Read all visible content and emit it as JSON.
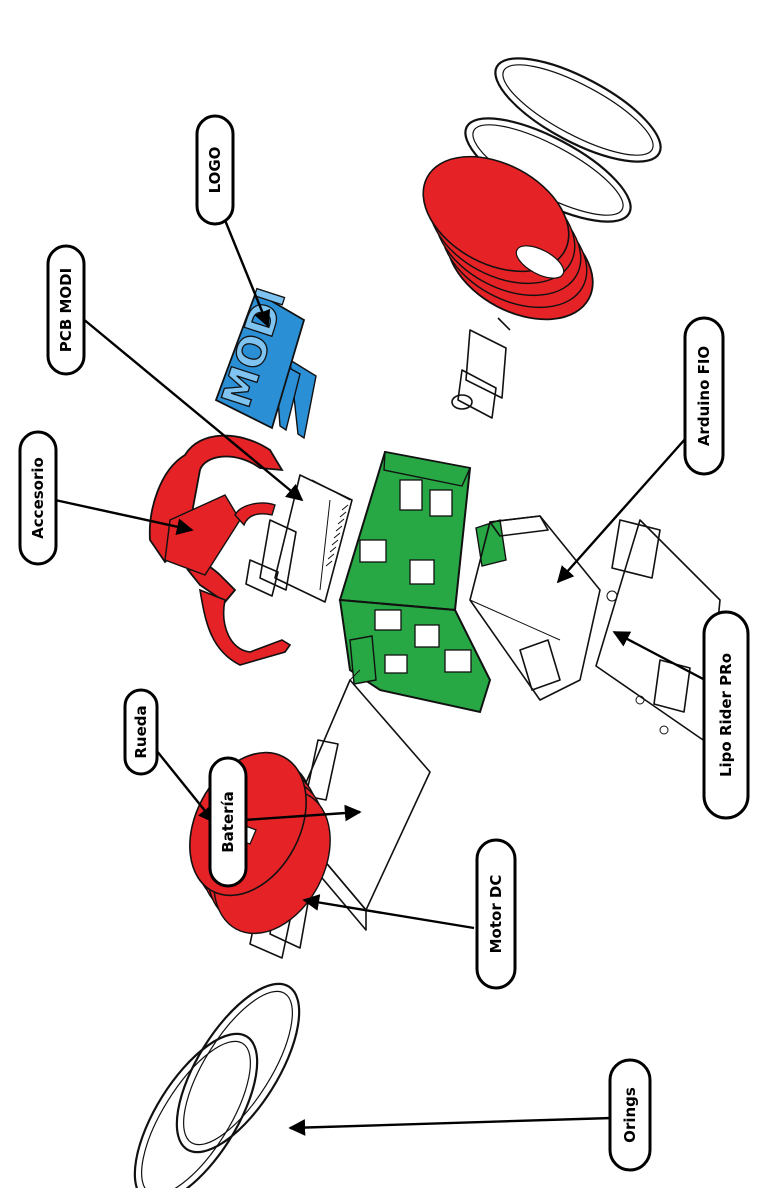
{
  "labels": {
    "logo": "LOGO",
    "pcb_modi": "PCB MODI",
    "accesorio": "Accesorio",
    "arduino_fio": "Arduino FIO",
    "lipo_rider": "Lipo Rider PRo",
    "bateria": "Batería",
    "rueda": "Rueda",
    "motor_dc": "Motor DC",
    "orings": "Orings"
  },
  "logo_text": "MODI",
  "colors": {
    "chassis": "#27a844",
    "wheel": "#e52226",
    "accessory": "#e52226",
    "logo": "#2b8fd6",
    "outline": "#000000",
    "background": "#ffffff"
  }
}
